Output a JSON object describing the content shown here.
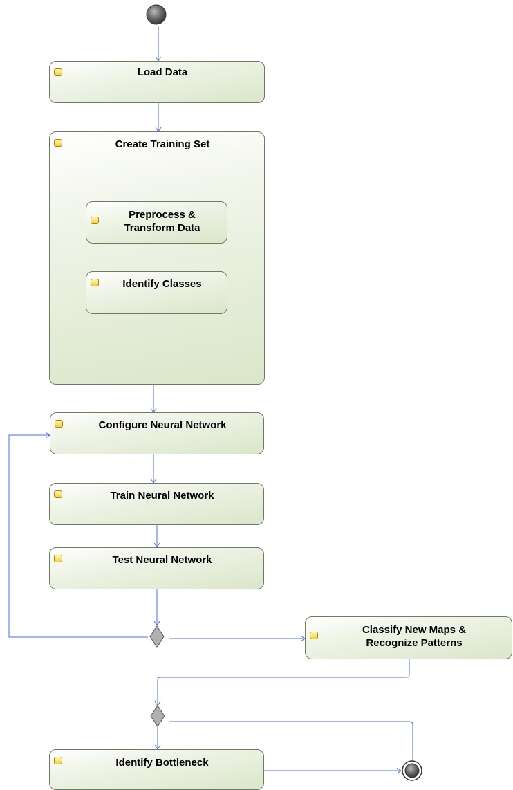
{
  "diagram": {
    "type": "uml-activity",
    "actions": {
      "load_data": "Load Data",
      "create_training_set": "Create Training Set",
      "preprocess": "Preprocess &\nTransform Data",
      "identify_classes": "Identify Classes",
      "configure": "Configure Neural Network",
      "train": "Train Neural Network",
      "test": "Test Neural Network",
      "classify": "Classify New Maps &\nRecognize Patterns",
      "bottleneck": "Identify Bottleneck"
    },
    "colors": {
      "edge": "#4a6ee8",
      "node_border": "#6f7a62",
      "node_fill_light": "#f1f5ea",
      "node_fill_dark": "#dae6c9",
      "pin_fill": "#f5cf3a",
      "start_node": "#555555",
      "decision_fill": "#b0b0b0"
    }
  }
}
